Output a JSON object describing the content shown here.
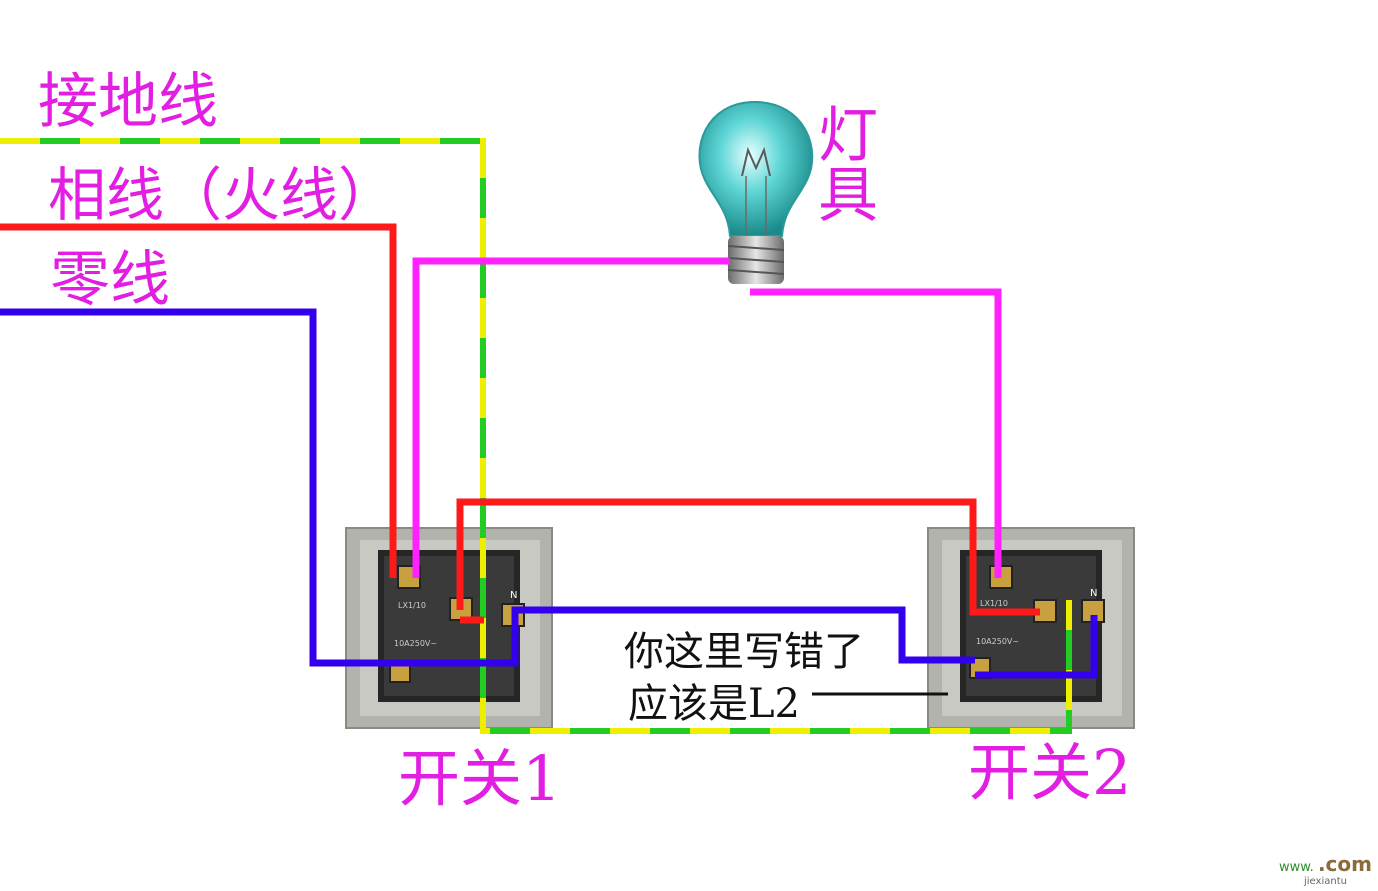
{
  "labels": {
    "ground": "接地线",
    "phase": "相线（火线）",
    "neutral": "零线",
    "lamp_line1": "灯",
    "lamp_line2": "具",
    "switch1": "开关1",
    "switch2": "开关2"
  },
  "annotation": {
    "line1": "你这里写错了",
    "line2": "应该是L2"
  },
  "switch_text": {
    "rating": "10A250V~",
    "model": "LX1/10",
    "terminal_n": "N"
  },
  "watermark": {
    "site": "www.",
    "domain": ".com",
    "subtext": "jiexiantu"
  },
  "colors": {
    "label": "#e11ee1",
    "ground_wire_green": "#22cc22",
    "ground_wire_yellow": "#eeee00",
    "phase_wire": "#ff1a1a",
    "neutral_wire": "#3300ee",
    "lamp_wire": "#ff22ff",
    "annotation_text": "#111111"
  }
}
